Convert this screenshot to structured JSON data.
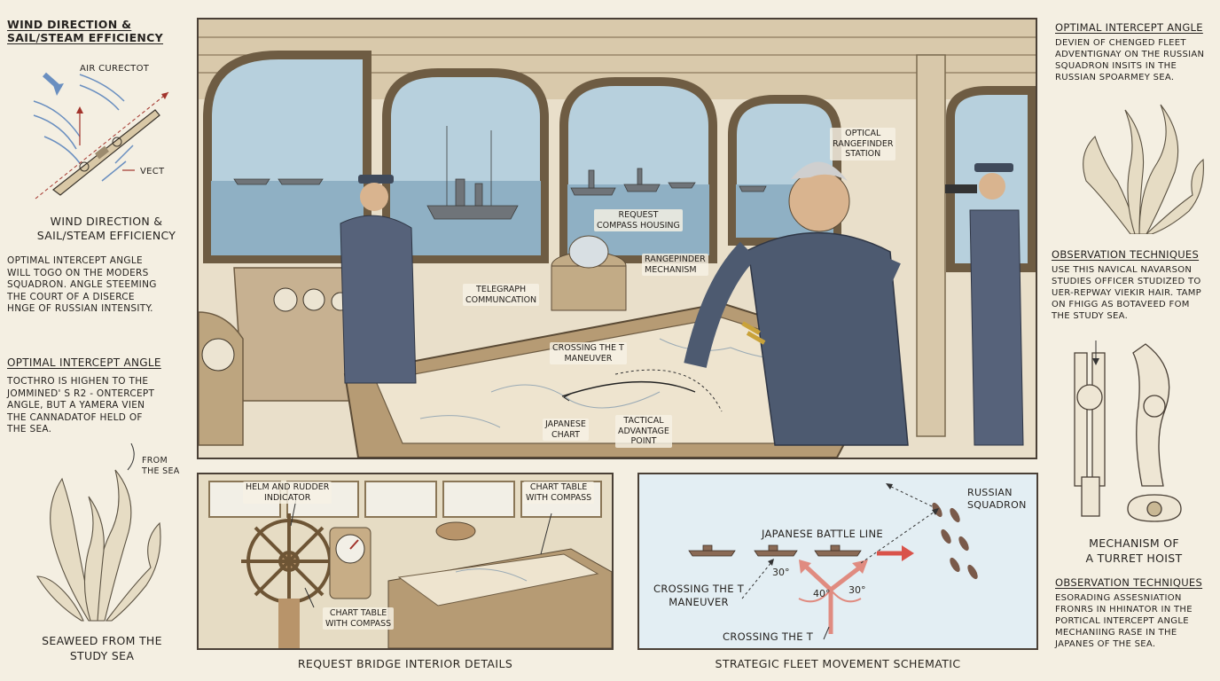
{
  "left": {
    "h1": [
      "WIND DIRECTION &",
      "SAIL/STEAM EFFICIENCY"
    ],
    "air_label": "AIR CURECTOT",
    "vect_label": "VECT",
    "h2": [
      "WIND DIRECTION &",
      "SAIL/STEAM EFFICIENCY"
    ],
    "p1": [
      "OPTIMAL INTERCEPT ANGLE",
      "WILL TOGO ON THE MODERS",
      "SQUADRON. ANGLE STEEMING",
      "THE COURT OF A DISERCE",
      "HNGE OF RUSSIAN INTENSITY."
    ],
    "h3": "OPTIMAL INTERCEPT ANGLE",
    "p2": [
      "TOCTHRO IS HIGHEN TO THE",
      "JOMMINED' S R2 - ONTERCEPT",
      "ANGLE, BUT A YAMERA VIEN",
      "THE CANNADATOF HELD OF",
      "THE SEA."
    ],
    "from_sea": [
      "FROM",
      "THE SEA"
    ],
    "seaweed_caption": [
      "SEAWEED FROM THE",
      "STUDY SEA"
    ]
  },
  "main_scene": {
    "rangefinder_station": [
      "OPTICAL",
      "RANGEFINDER",
      "STATION"
    ],
    "compass_housing": [
      "REQUEST",
      "COMPASS HOUSING"
    ],
    "rangepinder": [
      "RANGEPINDER",
      "MECHANISM"
    ],
    "telegraph": [
      "TELEGRAPH",
      "COMMUNCATION"
    ],
    "crossing": [
      "CROSSING THE T",
      "MANEUVER"
    ],
    "japanese_chart": [
      "JAPANESE",
      "CHART"
    ],
    "tactical": [
      "TACTICAL",
      "ADVANTAGE",
      "POINT"
    ]
  },
  "bridge_panel": {
    "helm": [
      "HELM AND RUDDER",
      "INDICATOR"
    ],
    "chart_top": [
      "CHART TABLE",
      "WITH COMPASS"
    ],
    "chart_bottom": [
      "CHART TABLE",
      "WITH COMPASS"
    ],
    "caption": "REQUEST BRIDGE INTERIOR DETAILS"
  },
  "schematic": {
    "russian": [
      "RUSSIAN",
      "SQUADRON"
    ],
    "battle_line": "JAPANESE BATTLE LINE",
    "angle_a": "30°",
    "angle_b": "40°",
    "angle_c": "30°",
    "crossing_maneuver": [
      "CROSSING THE T",
      "MANEUVER"
    ],
    "crossing_t": "CROSSING THE T",
    "caption": "STRATEGIC FLEET MOVEMENT SCHEMATIC"
  },
  "right": {
    "h1": "OPTIMAL INTERCEPT ANGLE",
    "p1": [
      "DEVIEN OF CHENGED FLEET",
      "ADVENTIGNAY ON THE RUSSIAN",
      "SQUADRON INSITS IN THE",
      "RUSSIAN SPOARMEY SEA."
    ],
    "h2": "OBSERVATION TECHNIQUES",
    "p2": [
      "USE THIS NAVICAL NAVARSON",
      "STUDIES OFFICER STUDIZED TO",
      "UER-REPWAY VIEKIR HAIR. TAMP",
      "ON FHIGG AS BOTAVEED FOM",
      "THE STUDY SEA."
    ],
    "hoist": [
      "MECHANISM OF",
      "A TURRET HOIST"
    ],
    "h3": "OBSERVATION TECHNIQUES",
    "p3": [
      "ESORADING ASSESNIATION",
      "FRONRS IN HHINATOR IN THE",
      "PORTICAL INTERCEPT ANGLE",
      "MECHANIING RASE IN THE",
      "JAPANES OF THE SEA."
    ]
  },
  "colors": {
    "paper": "#f4efe2",
    "ink": "#2a2620",
    "sea": "#a9c6d6",
    "uniform": "#4d5a70",
    "wood": "#cdb79a",
    "arrow_red": "#c8483e"
  }
}
